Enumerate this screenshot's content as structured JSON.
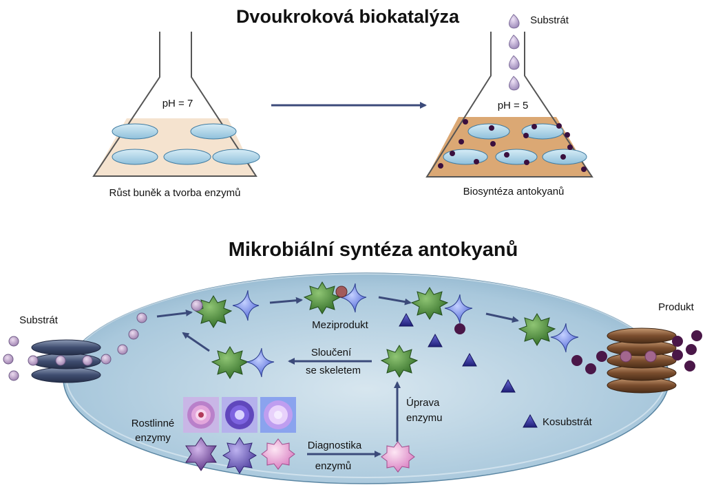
{
  "top_section": {
    "title": "Dvoukroková biokatalýza",
    "left_flask": {
      "ph_label": "pH = 7",
      "caption": "Růst buněk a tvorba enzymů"
    },
    "right_flask": {
      "ph_label": "pH = 5",
      "caption": "Biosyntéza antokyanů",
      "substrate_label": "Substrát"
    }
  },
  "bottom_section": {
    "title": "Mikrobiální syntéza antokyanů",
    "labels": {
      "substrate": "Substrát",
      "product": "Produkt",
      "intermediate": "Meziprodukt",
      "fusion_line1": "Sloučení",
      "fusion_line2": "se skeletem",
      "modification_line1": "Úprava",
      "modification_line2": "enzymu",
      "plant_enzymes_line1": "Rostlinné",
      "plant_enzymes_line2": "enzymy",
      "diagnostics_line1": "Diagnostika",
      "diagnostics_line2": "enzymů",
      "cosubstrate": "Kosubstrát"
    }
  },
  "colors": {
    "arrow": "#3b4a7a",
    "cell_fill": "#b9d3e3",
    "medium_light": "#f5e3cf",
    "medium_dark": "#dba874",
    "green_star": "#4f8a3a",
    "blue_star": "#4a66d6",
    "cosubstrate": "#2a2a8a",
    "product_dot": "#4a1748"
  }
}
